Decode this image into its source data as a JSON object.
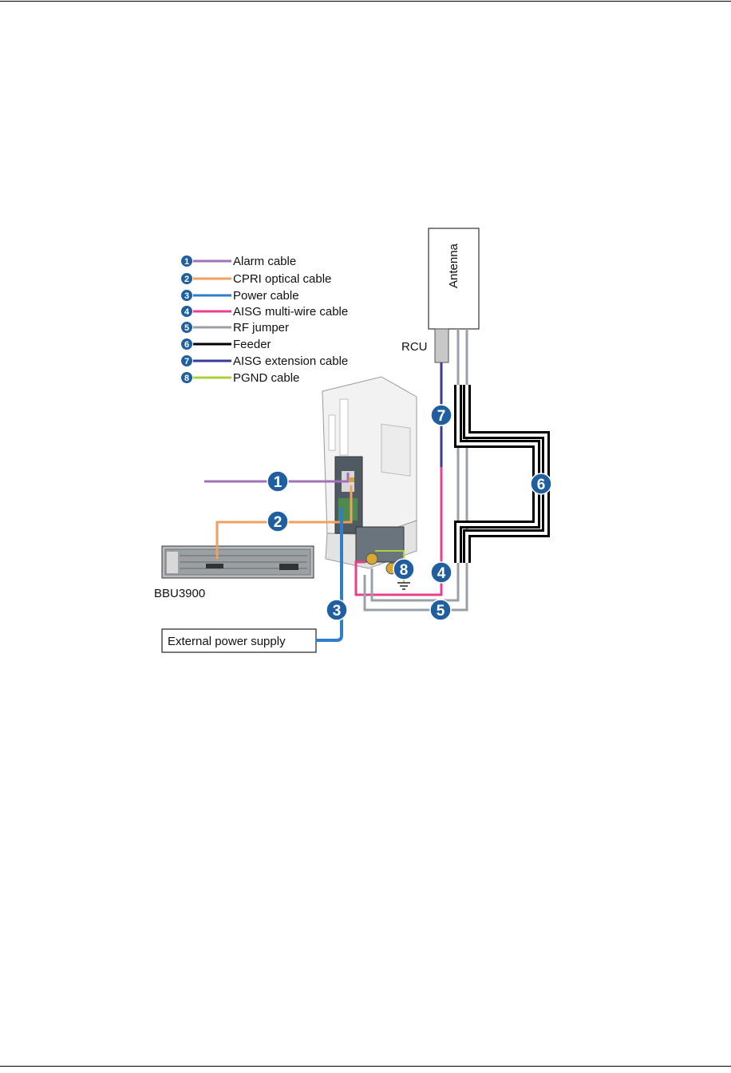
{
  "legend": [
    {
      "num": "1",
      "label": "Alarm cable",
      "color": "#a070b8"
    },
    {
      "num": "2",
      "label": "CPRI optical cable",
      "color": "#f0a060"
    },
    {
      "num": "3",
      "label": "Power cable",
      "color": "#2f7fc8"
    },
    {
      "num": "4",
      "label": "AISG multi-wire cable",
      "color": "#e8408a"
    },
    {
      "num": "5",
      "label": "RF jumper",
      "color": "#9aa0a6"
    },
    {
      "num": "6",
      "label": "Feeder",
      "color": "#000000"
    },
    {
      "num": "7",
      "label": "AISG extension cable",
      "color": "#3a3a9a"
    },
    {
      "num": "8",
      "label": "PGND cable",
      "color": "#a8d040"
    }
  ],
  "labels": {
    "antenna": "Antenna",
    "rcu": "RCU",
    "bbu": "BBU3900",
    "power_supply": "External power supply"
  },
  "callouts": {
    "c1": "1",
    "c2": "2",
    "c3": "3",
    "c4": "4",
    "c5": "5",
    "c6": "6",
    "c7": "7",
    "c8": "8"
  },
  "colors": {
    "badge": "#1f5f9f"
  }
}
